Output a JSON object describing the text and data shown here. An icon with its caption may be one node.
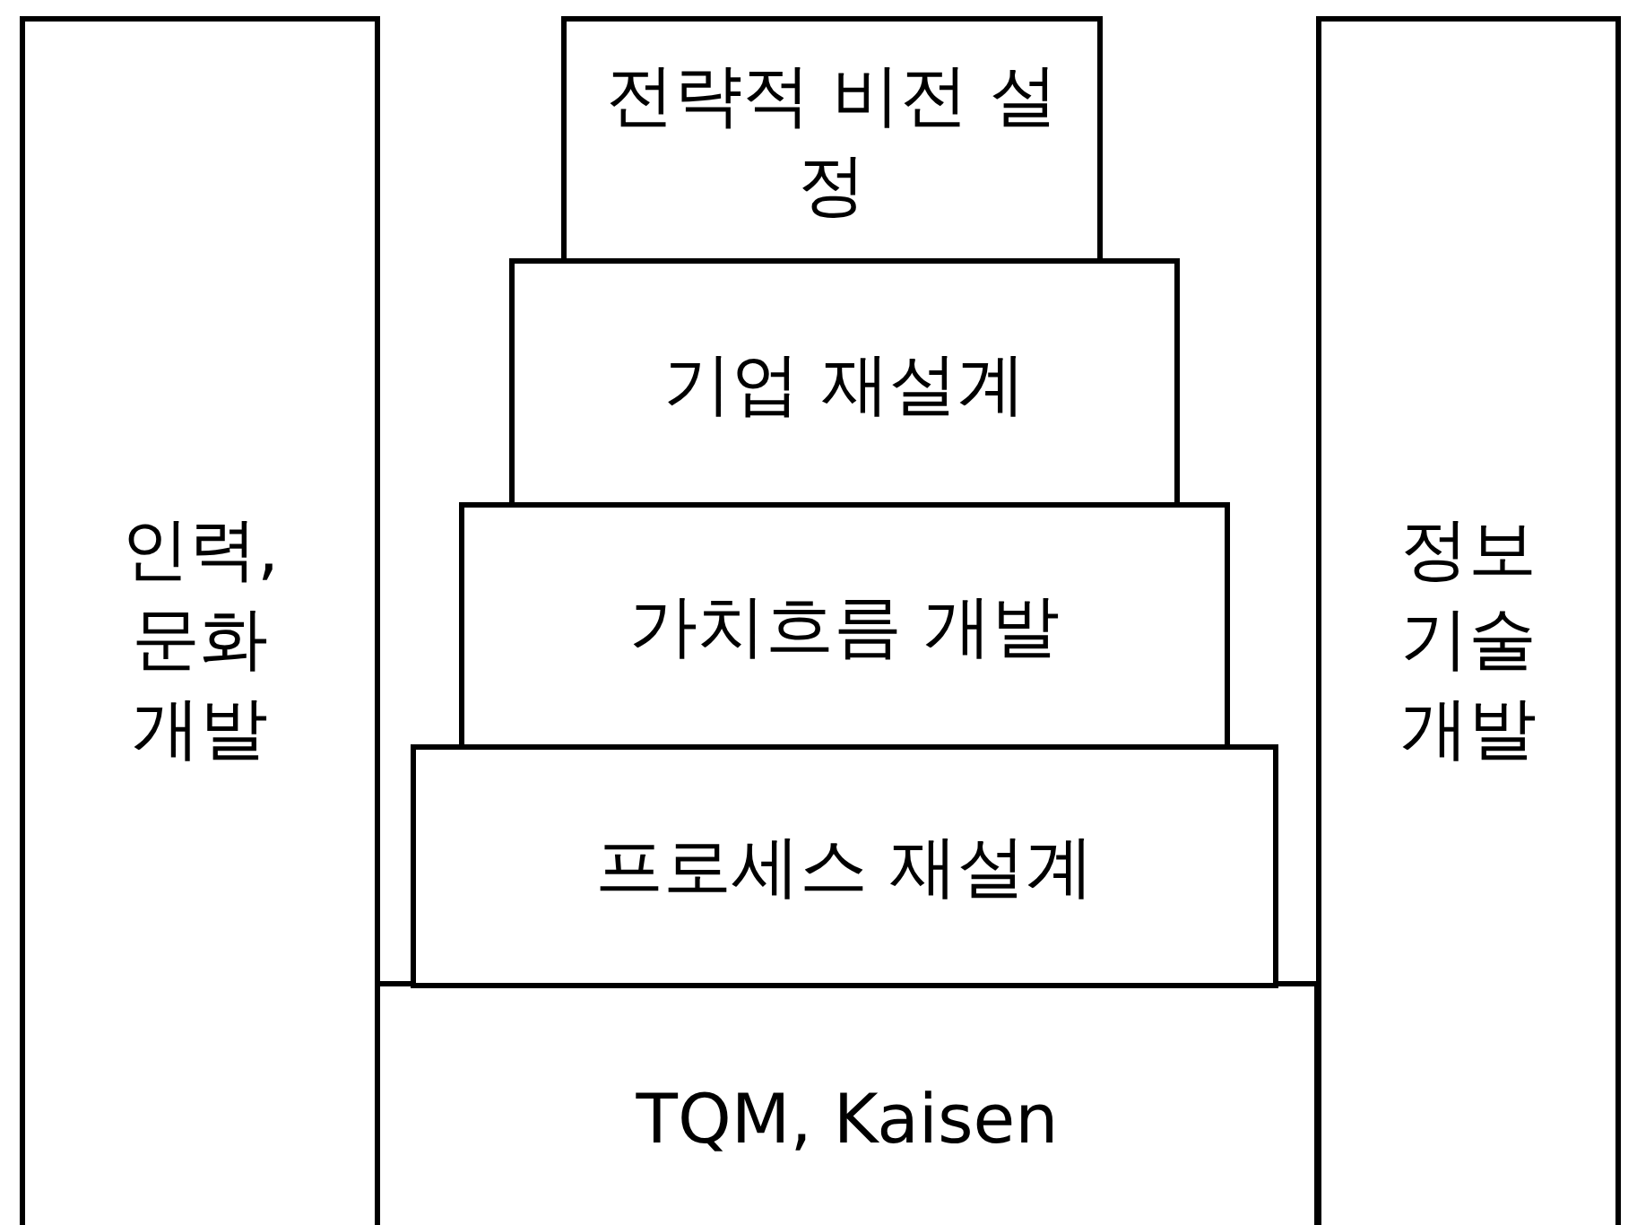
{
  "diagram": {
    "nodes": [
      {
        "text": [
          "전략적 비전 설정"
        ]
      },
      {
        "text": [
          "기업 재설계"
        ]
      },
      {
        "text": [
          "가치흐름 개발"
        ]
      },
      {
        "text": [
          "프로세스 재설계"
        ]
      },
      {
        "text": [
          "TQM, Kaisen"
        ]
      },
      {
        "text": [
          "인력, 문화 개발"
        ]
      },
      {
        "text": [
          "정보 기술 개발"
        ]
      }
    ]
  }
}
